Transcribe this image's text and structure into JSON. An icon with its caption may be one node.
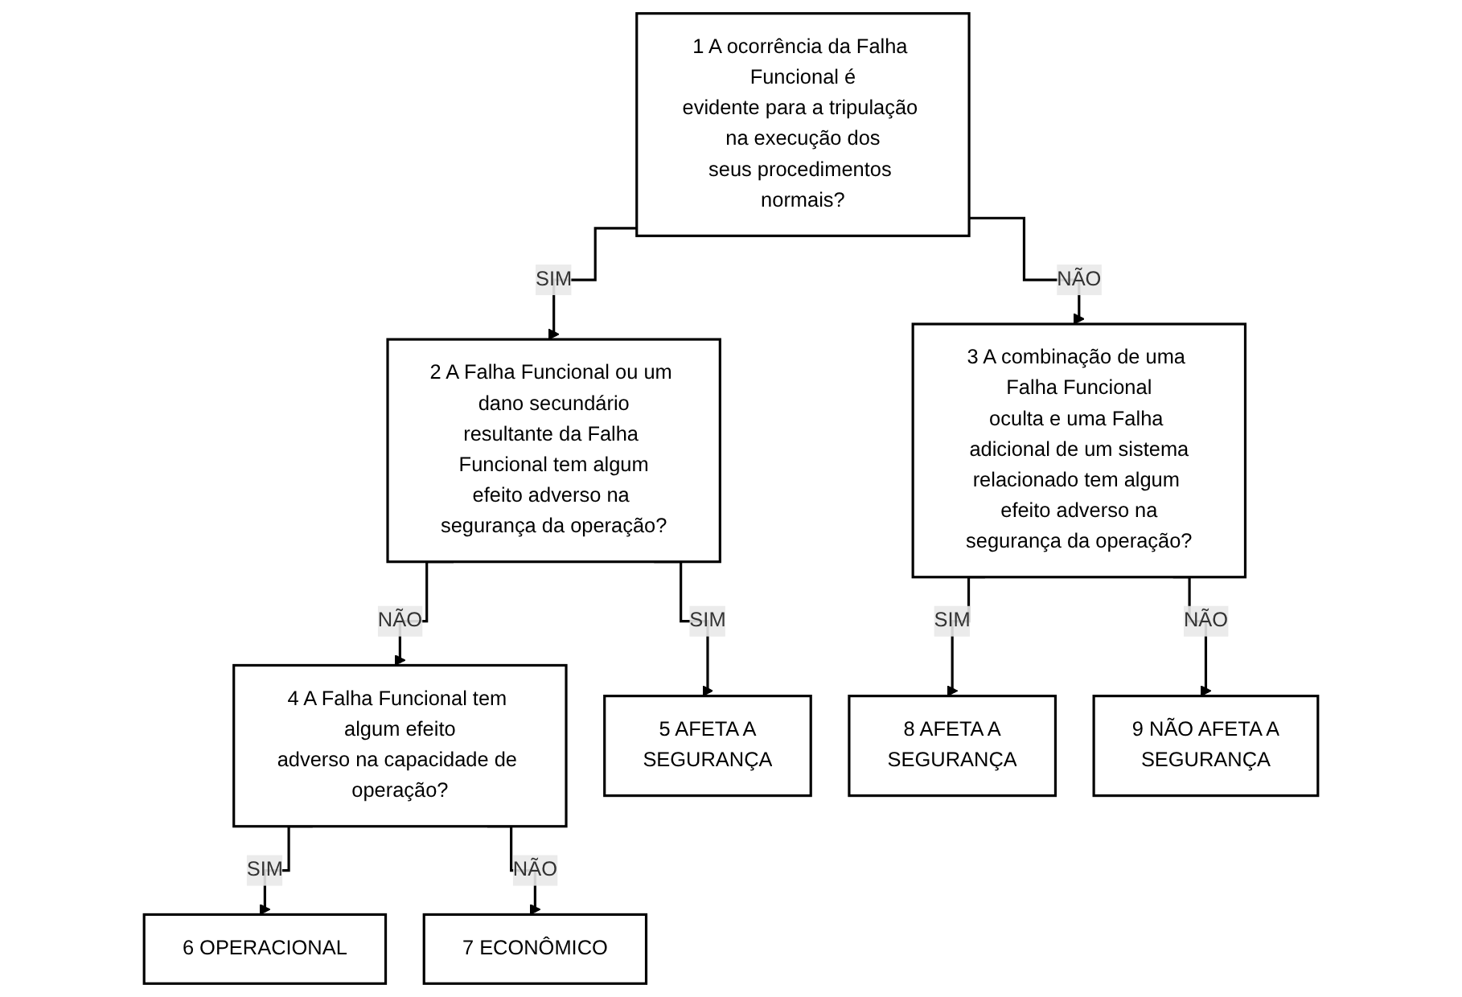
{
  "diagram": {
    "nodes": [
      {
        "text": [
          "1 A ocorrência da Falha Funcional é evidente para a tripulação na execução dos seus procedimentos normais?"
        ]
      },
      {
        "text": [
          "2 A Falha Funcional ou um dano secundário resultante da Falha Funcional tem algum efeito adverso na segurança da operação?"
        ]
      },
      {
        "text": [
          "3 A combinação de uma Falha Funcional oculta e uma Falha adicional de um sistema relacionado tem algum efeito adverso na segurança da operação?"
        ]
      },
      {
        "text": [
          "4 A Falha Funcional tem algum efeito adverso na capacidade de operação?"
        ]
      },
      {
        "text": [
          "5 AFETA A SEGURANÇA"
        ]
      },
      {
        "text": [
          "6 OPERACIONAL"
        ]
      },
      {
        "text": [
          "7 ECONÔMICO"
        ]
      },
      {
        "text": [
          "8 AFETA A SEGURANÇA"
        ]
      },
      {
        "text": [
          "9 NÃO AFETA A SEGURANÇA"
        ]
      }
    ],
    "edges": [
      {
        "from": 0,
        "to": 1,
        "label": "SIM",
        "arrow": "to"
      },
      {
        "from": 0,
        "to": 2,
        "label": "NÃO",
        "arrow": "to"
      },
      {
        "from": 1,
        "to": 4,
        "label": "SIM",
        "arrow": "to"
      },
      {
        "from": 1,
        "to": 3,
        "label": "NÃO",
        "arrow": "to"
      },
      {
        "from": 3,
        "to": 5,
        "label": "SIM",
        "arrow": "to"
      },
      {
        "from": 3,
        "to": 6,
        "label": "NÃO",
        "arrow": "to"
      },
      {
        "from": 2,
        "to": 7,
        "label": "SIM",
        "arrow": "to"
      },
      {
        "from": 2,
        "to": 8,
        "label": "NÃO",
        "arrow": "to"
      }
    ]
  }
}
